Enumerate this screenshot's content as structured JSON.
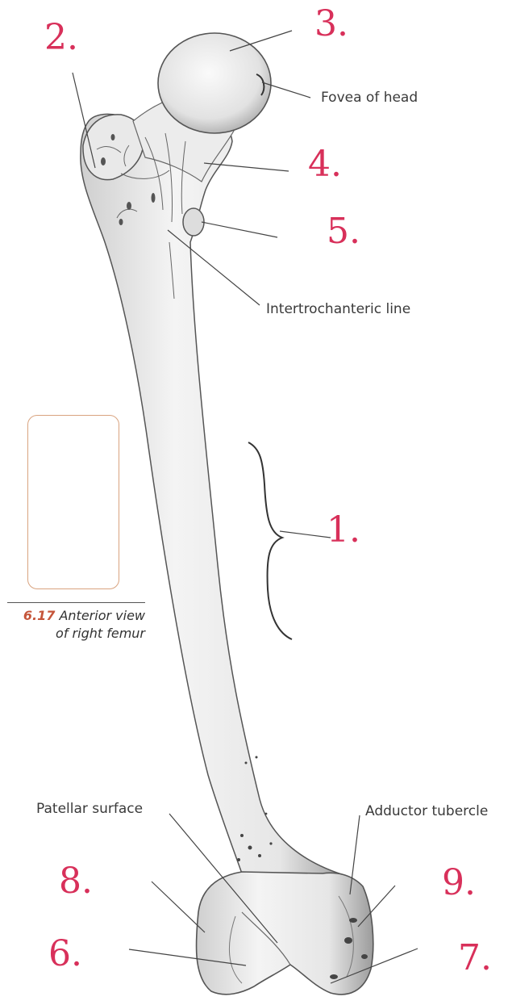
{
  "figure": {
    "number": "6.17",
    "caption_line1": "Anterior view",
    "caption_line2": "of right femur"
  },
  "labels": {
    "fovea_of_head": "Fovea of head",
    "intertrochanteric_line": "Intertrochanteric line",
    "patellar_surface": "Patellar surface",
    "adductor_tubercle": "Adductor tubercle"
  },
  "blanks": {
    "n1": "1.",
    "n2": "2.",
    "n3": "3.",
    "n4": "4.",
    "n5": "5.",
    "n6": "6.",
    "n7": "7.",
    "n8": "8.",
    "n9": "9."
  },
  "colors": {
    "handwriting": "#d8305a",
    "leader": "#444444",
    "bone_outline": "#555555",
    "inset_border": "#d9a37f",
    "figure_number": "#c5553a"
  }
}
